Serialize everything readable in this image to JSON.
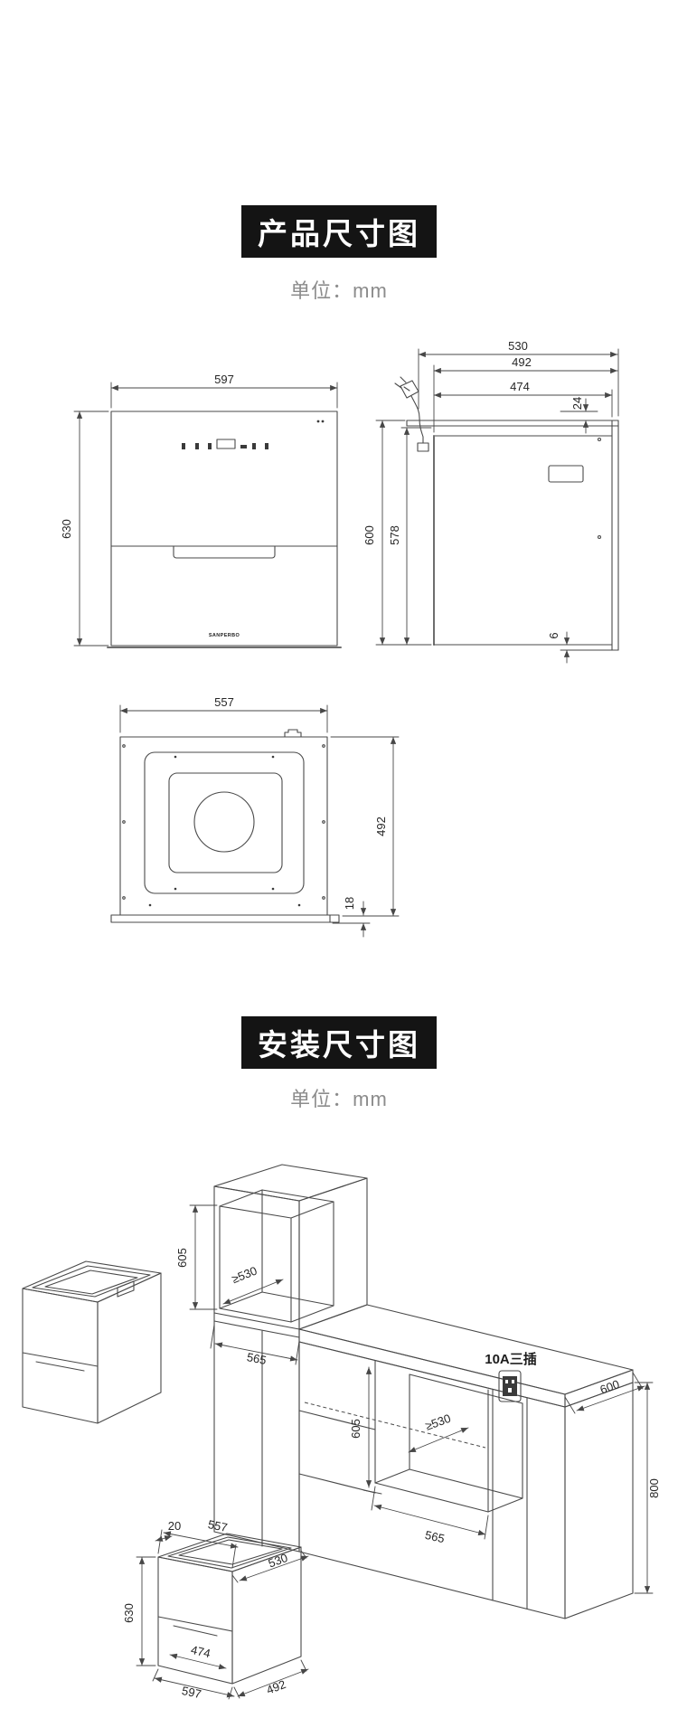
{
  "product_section": {
    "title": "产品尺寸图",
    "unit_label": "单位：mm",
    "front_view": {
      "brand": "SANPERBO",
      "width": "597",
      "height": "630"
    },
    "side_view": {
      "depth_total": "530",
      "depth_body": "492",
      "depth_inner": "474",
      "top_gap": "24",
      "height_total": "600",
      "height_inner": "578",
      "bottom_gap": "6"
    },
    "top_view": {
      "width": "557",
      "depth": "492",
      "flange": "18"
    }
  },
  "install_section": {
    "title": "安装尺寸图",
    "unit_label": "单位：mm",
    "upper_niche": {
      "height": "605",
      "depth_min": "≥530",
      "width": "565"
    },
    "base_niche": {
      "height": "605",
      "depth_min": "≥530",
      "width": "565"
    },
    "socket_label": "10A三插",
    "counter_depth": "600",
    "counter_height": "800",
    "product": {
      "rim": "20",
      "top_width": "557",
      "top_depth": "530",
      "height": "630",
      "inner_width": "474",
      "width": "597",
      "depth": "492"
    }
  }
}
